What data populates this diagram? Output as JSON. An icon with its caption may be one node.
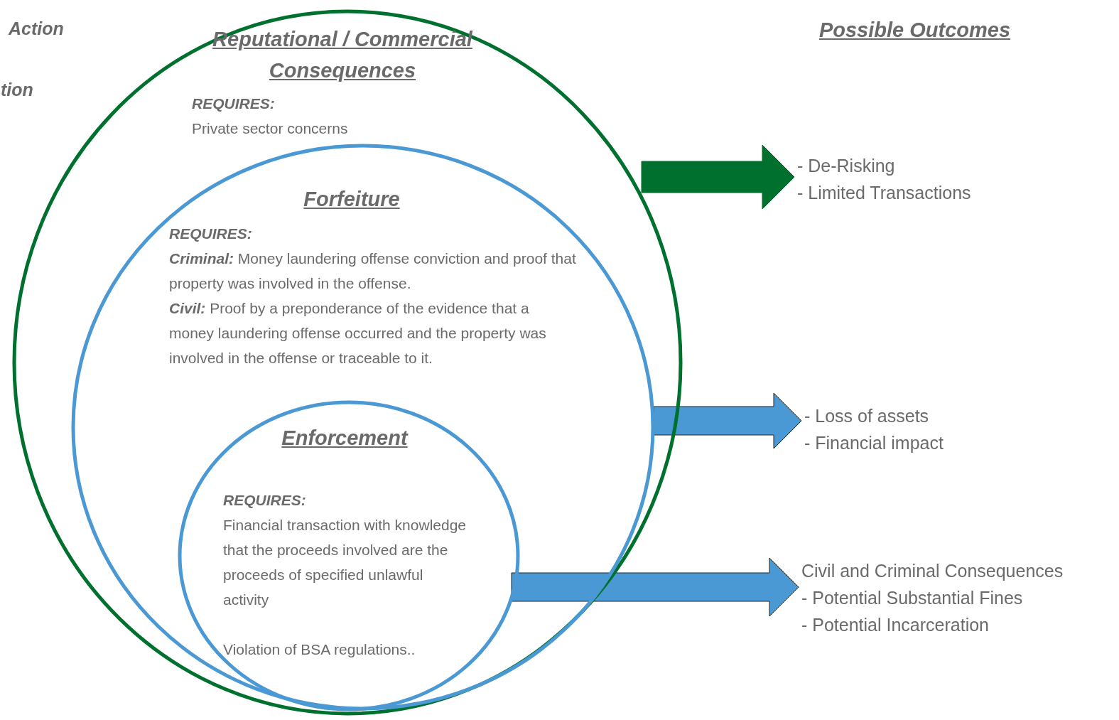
{
  "diagram": {
    "title": "Possible Outcomes",
    "nodes": [
      {
        "text": [
          "Reputational / Commercial Consequences",
          "REQUIRES:",
          "Private sector concerns"
        ]
      },
      {
        "text": [
          "Forfeiture",
          "REQUIRES:",
          "**Criminal:** Money laundering offense conviction and proof that property was involved in the offense.",
          "**Civil:** Proof by a preponderance of the evidence that a money laundering offense occurred and the property was involved in the offense or traceable to it."
        ],
        "in": 0
      },
      {
        "text": [
          "Enforcement",
          "REQUIRES:",
          "Financial transaction with knowledge that the proceeds involved are the proceeds of specified unlawful activity",
          "Violation of BSA regulations.."
        ],
        "in": 1
      },
      {
        "text": [
          "- De-Risking",
          "- Limited Transactions"
        ]
      },
      {
        "text": [
          "- Loss of assets",
          "- Financial impact"
        ]
      },
      {
        "text": [
          "Civil and Criminal Consequences",
          "- Potential Substantial Fines",
          "- Potential Incarceration"
        ]
      }
    ],
    "edges": [
      {
        "from": 0,
        "to": 3,
        "arrow": "to",
        "color": "#00702f"
      },
      {
        "from": 1,
        "to": 4,
        "arrow": "to"
      },
      {
        "from": 2,
        "to": 5,
        "arrow": "to"
      }
    ],
    "labels": [
      "Action",
      "tion"
    ]
  }
}
